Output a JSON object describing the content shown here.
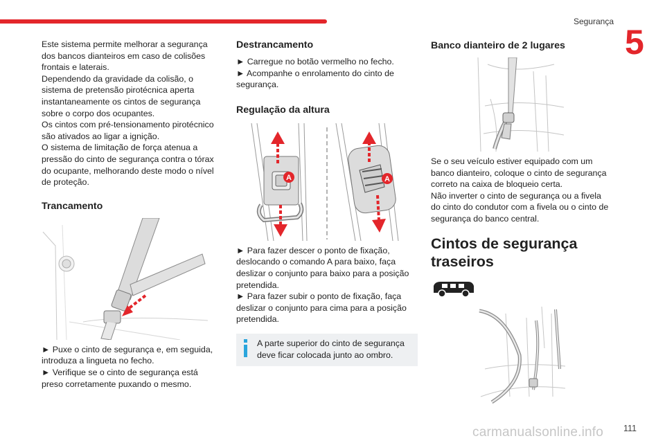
{
  "header": {
    "section": "Segurança",
    "chapter_number": "5",
    "accent_color": "#e3262b"
  },
  "col1": {
    "intro": [
      "Este sistema permite melhorar a segurança dos bancos dianteiros em caso de colisões frontais e laterais.",
      "Dependendo da gravidade da colisão, o sistema de pretensão pirotécnica aperta instantaneamente os cintos de segurança sobre o corpo dos ocupantes.",
      "Os cintos com pré-tensionamento pirotécnico são ativados ao ligar a ignição.",
      "O sistema de limitação de força atenua a pressão do cinto de segurança contra o tórax do ocupante, melhorando deste modo o nível de proteção."
    ],
    "locking_heading": "Trancamento",
    "locking_steps": [
      "► Puxe o cinto de segurança e, em seguida, introduza a lingueta no fecho.",
      "► Verifique se o cinto de segurança está preso corretamente puxando o mesmo."
    ]
  },
  "col2": {
    "unlocking_heading": "Destrancamento",
    "unlocking_steps": [
      "► Carregue no botão vermelho no fecho.",
      "► Acompanhe o enrolamento do cinto de segurança."
    ],
    "height_heading": "Regulação da altura",
    "label_a": "A",
    "height_steps": [
      "► Para fazer descer o ponto de fixação, deslocando o comando A para baixo, faça deslizar o conjunto para baixo para a posição pretendida.",
      "► Para fazer subir o ponto de fixação, faça deslizar o conjunto para cima para a posição pretendida."
    ],
    "note": "A parte superior do cinto de segurança deve ficar colocada junto ao ombro.",
    "note_icon": "info-icon"
  },
  "col3": {
    "bench_heading": "Banco dianteiro de 2 lugares",
    "bench_text": [
      "Se o seu veículo estiver equipado com um banco dianteiro, coloque o cinto de segurança correto na caixa de bloqueio certa.",
      "Não inverter o cinto de segurança ou a fivela do cinto do condutor com a fivela ou o cinto de segurança do banco central."
    ],
    "rear_heading_line1": "Cintos de segurança",
    "rear_heading_line2": "traseiros",
    "van_icon": "van-icon"
  },
  "footer": {
    "page_number": "111",
    "watermark": "carmanualsonline.info"
  }
}
